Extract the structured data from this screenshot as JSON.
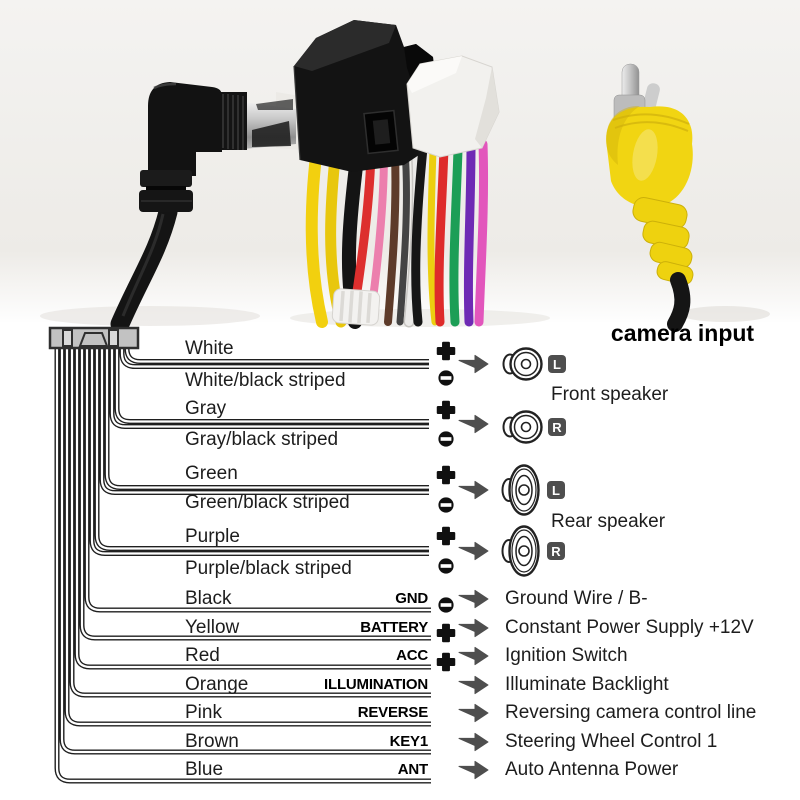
{
  "photo": {
    "caption": "camera input"
  },
  "diagram": {
    "speaker_section": {
      "front_label": "Front speaker",
      "rear_label": "Rear speaker",
      "pairs": [
        {
          "positive": "White",
          "negative": "White/black striped",
          "channel": "L",
          "group": "Front speaker"
        },
        {
          "positive": "Gray",
          "negative": "Gray/black striped",
          "channel": "R",
          "group": "Front speaker"
        },
        {
          "positive": "Green",
          "negative": "Green/black striped",
          "channel": "L",
          "group": "Rear speaker"
        },
        {
          "positive": "Purple",
          "negative": "Purple/black striped",
          "channel": "R",
          "group": "Rear speaker"
        }
      ]
    },
    "power_section": {
      "rows": [
        {
          "color": "Black",
          "terminal": "GND",
          "polarity": "-",
          "description": "Ground Wire / B-"
        },
        {
          "color": "Yellow",
          "terminal": "BATTERY",
          "polarity": "+",
          "description": "Constant Power Supply +12V"
        },
        {
          "color": "Red",
          "terminal": "ACC",
          "polarity": "+",
          "description": "Ignition Switch"
        },
        {
          "color": "Orange",
          "terminal": "ILLUMINATION",
          "polarity": "",
          "description": "Illuminate Backlight"
        },
        {
          "color": "Pink",
          "terminal": "REVERSE",
          "polarity": "",
          "description": "Reversing camera control line"
        },
        {
          "color": "Brown",
          "terminal": "KEY1",
          "polarity": "",
          "description": "Steering Wheel Control 1"
        },
        {
          "color": "Blue",
          "terminal": "ANT",
          "polarity": "",
          "description": "Auto  Antenna Power"
        }
      ]
    }
  },
  "colors": {
    "ink": "#1f1f1f",
    "arrow": "#4e4e4e",
    "badge": "#4e4e4e",
    "connector_gray": "#c2c2c2",
    "rca_yellow": "#f1d512"
  }
}
